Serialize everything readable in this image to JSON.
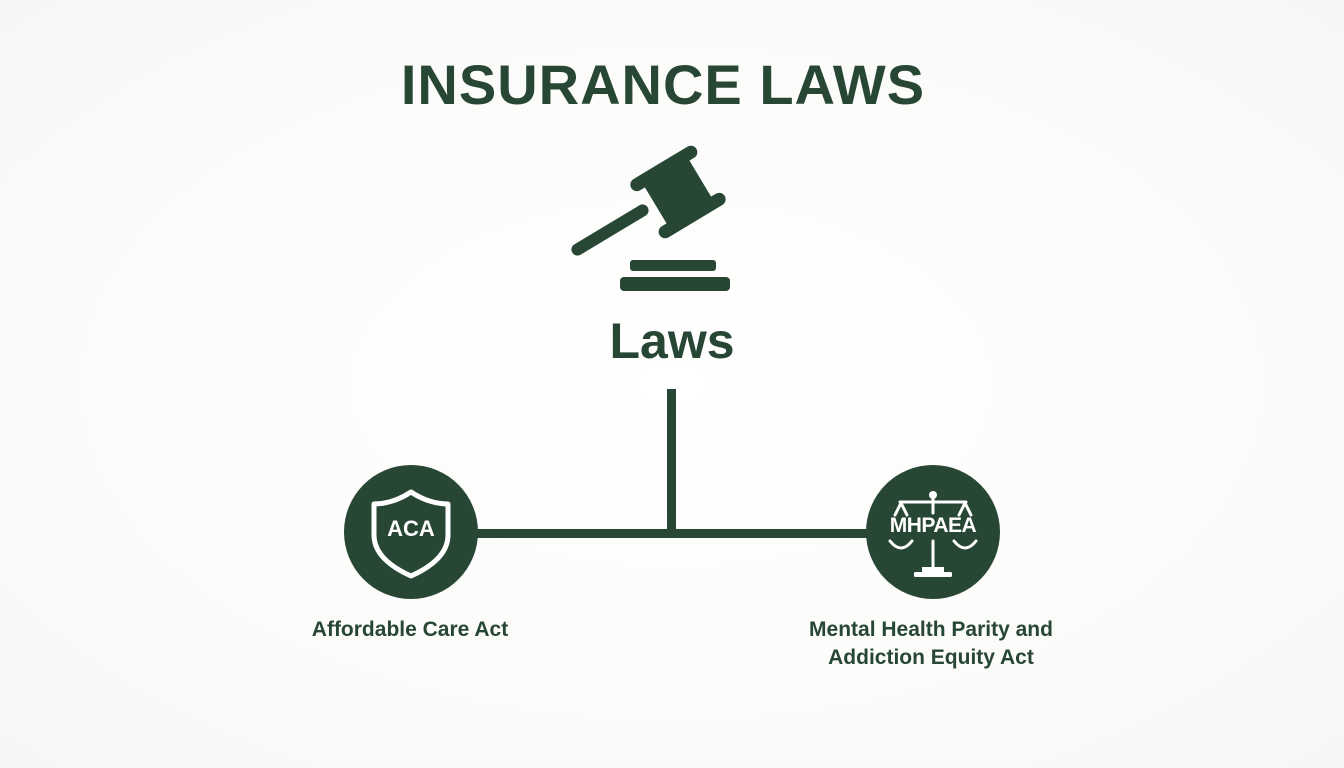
{
  "title": "INSURANCE LAWS",
  "center": {
    "icon": "gavel-icon",
    "label": "Laws"
  },
  "branches": [
    {
      "icon": "shield-icon",
      "badge": "ACA",
      "caption": "Affordable Care Act"
    },
    {
      "icon": "scales-of-justice-icon",
      "badge": "MHPAEA",
      "caption_lines": [
        "Mental Health Parity and",
        "Addiction Equity Act"
      ]
    }
  ],
  "colors": {
    "primary": "#274734",
    "background": "#fdfdfc",
    "on_primary": "#ffffff"
  }
}
